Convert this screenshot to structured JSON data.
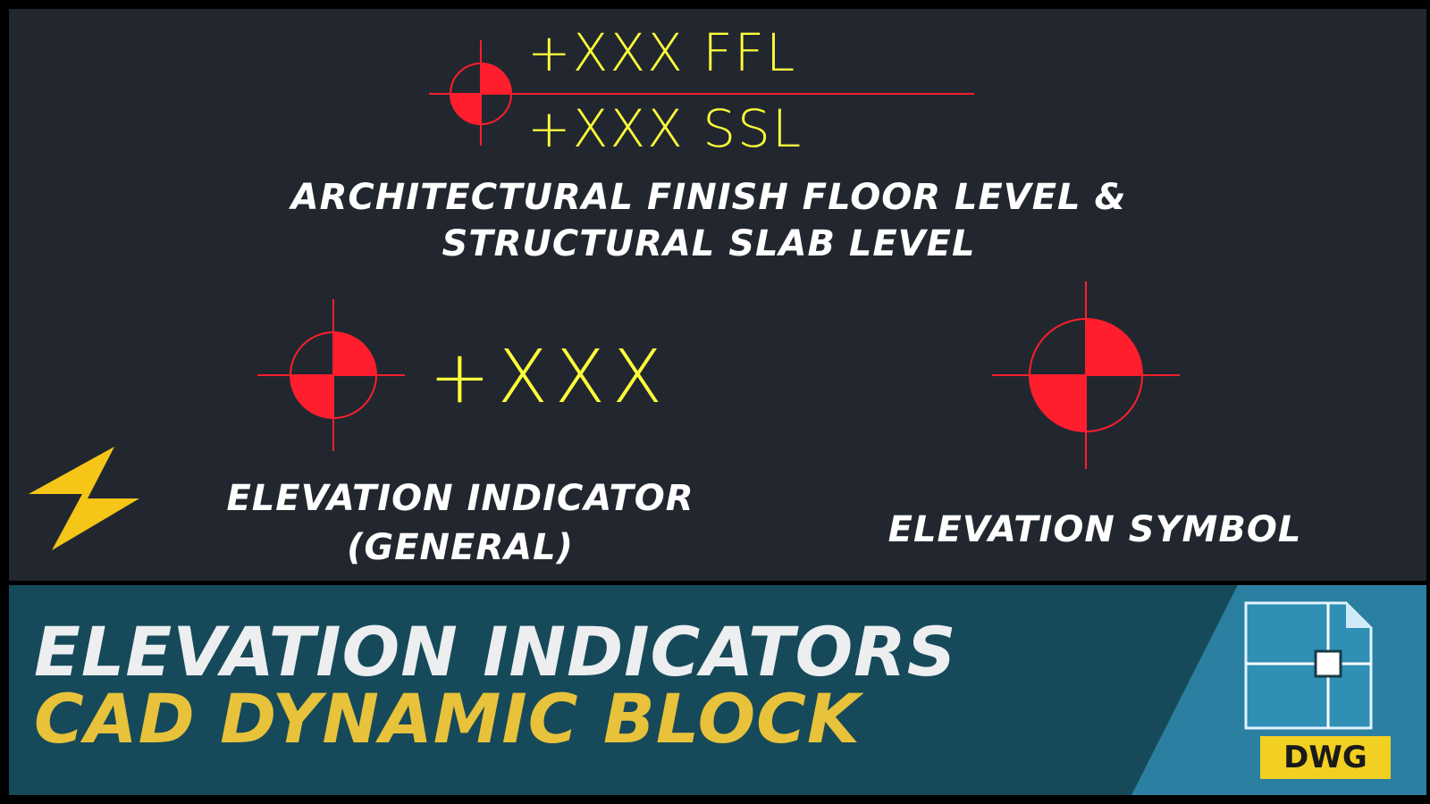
{
  "canvas": {
    "ffl_label": "+XXX FFL",
    "ssl_label": "+XXX SSL",
    "top_caption_line1": "ARCHITECTURAL FINISH FLOOR  LEVEL &",
    "top_caption_line2": "STRUCTURAL  SLAB LEVEL",
    "indicator_label": "+XXX",
    "indicator_caption_line1": "ELEVATION INDICATOR",
    "indicator_caption_line2": "(GENERAL)",
    "symbol_caption": "ELEVATION SYMBOL"
  },
  "banner": {
    "title_line1": "ELEVATION INDICATORS",
    "title_line2": "CAD DYNAMIC BLOCK",
    "badge": "DWG"
  },
  "icons": {
    "lightning": "lightning-bolt-icon",
    "file": "dwg-file-icon"
  },
  "colors": {
    "canvas_bg": "#22272f",
    "cad_red": "#ff1e2d",
    "cad_yellow": "#ffff3a",
    "banner_bg": "#164a5a",
    "title_white": "#eceef0",
    "title_yellow": "#e8c23a",
    "bolt": "#f5c518",
    "badge": "#f2d021"
  }
}
